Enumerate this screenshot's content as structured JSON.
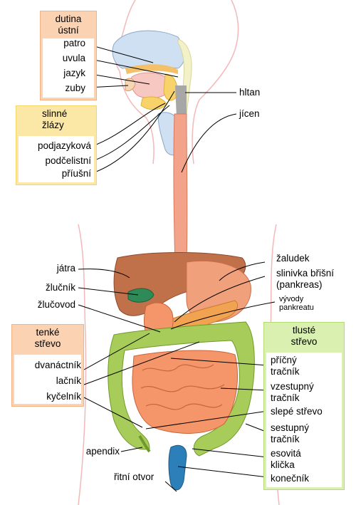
{
  "groups": {
    "mouth": {
      "title_1": "dutina",
      "title_2": "ústní",
      "items": [
        "patro",
        "uvula",
        "jazyk",
        "zuby"
      ]
    },
    "glands": {
      "title_1": "slinné",
      "title_2": "žlázy",
      "items": [
        "podjazyková",
        "podčelistní",
        "příušní"
      ]
    },
    "small_intestine": {
      "title_1": "tenké",
      "title_2": "střevo",
      "items": [
        "dvanáctník",
        "lačník",
        "kyčelník"
      ]
    },
    "large_intestine": {
      "title_1": "tlusté",
      "title_2": "střevo",
      "items": [
        [
          "příčný",
          "tračník"
        ],
        [
          "vzestupný",
          "tračník"
        ],
        [
          "slepé střevo"
        ],
        [
          "sestupný",
          "tračník"
        ],
        [
          "esovitá",
          "klička"
        ],
        [
          "konečník"
        ]
      ]
    }
  },
  "labels": {
    "hltan": "hltan",
    "jicen": "jícen",
    "jatra": "játra",
    "zlucnik": "žlučník",
    "zlucovod": "žlučovod",
    "zaludek": "žaludek",
    "slinivka_1": "slinivka břišní",
    "slinivka_2": "(pankreas)",
    "vyvody_1": "vývody",
    "vyvody_2": "pankreatu",
    "apendix": "apendix",
    "ritni_otvor": "řitní otvor"
  },
  "colors": {
    "orange_box": "#fbd3b3",
    "yellow_box": "#fbe8a6",
    "green_box": "#d9f0b0",
    "body_outline": "#f4b8b8",
    "liver": "#c1714a",
    "stomach": "#f0a07a",
    "small_intestine": "#f4956a",
    "large_intestine": "#a8cc5a",
    "esophagus": "#f2a38a",
    "gallbladder": "#2e8b57"
  }
}
